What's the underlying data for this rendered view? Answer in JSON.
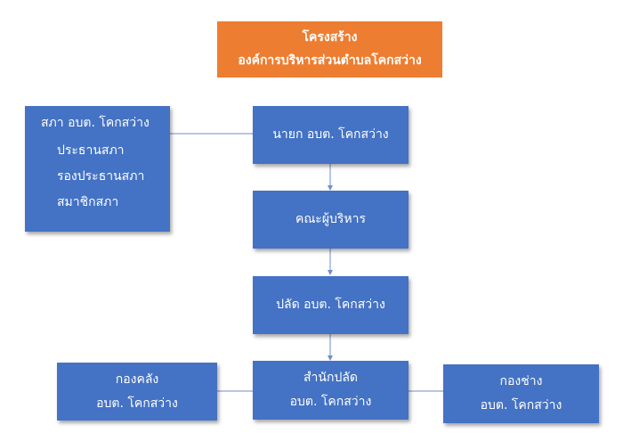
{
  "title": {
    "line1": "โครงสร้าง",
    "line2": "องค์การบริหารส่วนตำบลโคกสว่าง"
  },
  "council": {
    "title": "สภา อบต. โคกสว่าง",
    "members": [
      "ประธานสภา",
      "รองประธานสภา",
      "สมาชิกสภา"
    ]
  },
  "mayor": "นายก อบต. โคกสว่าง",
  "executive": "คณะผู้บริหาร",
  "palad": "ปลัด อบต. โคกสว่าง",
  "office": {
    "line1": "สำนักปลัด",
    "line2": "อบต. โคกสว่าง"
  },
  "finance": {
    "line1": "กองคลัง",
    "line2": "อบต. โคกสว่าง"
  },
  "engineering": {
    "line1": "กองช่าง",
    "line2": "อบต. โคกสว่าง"
  },
  "colors": {
    "box_fill": "#4472c4",
    "title_fill": "#ed7d31",
    "connector": "#6f8fc9"
  }
}
